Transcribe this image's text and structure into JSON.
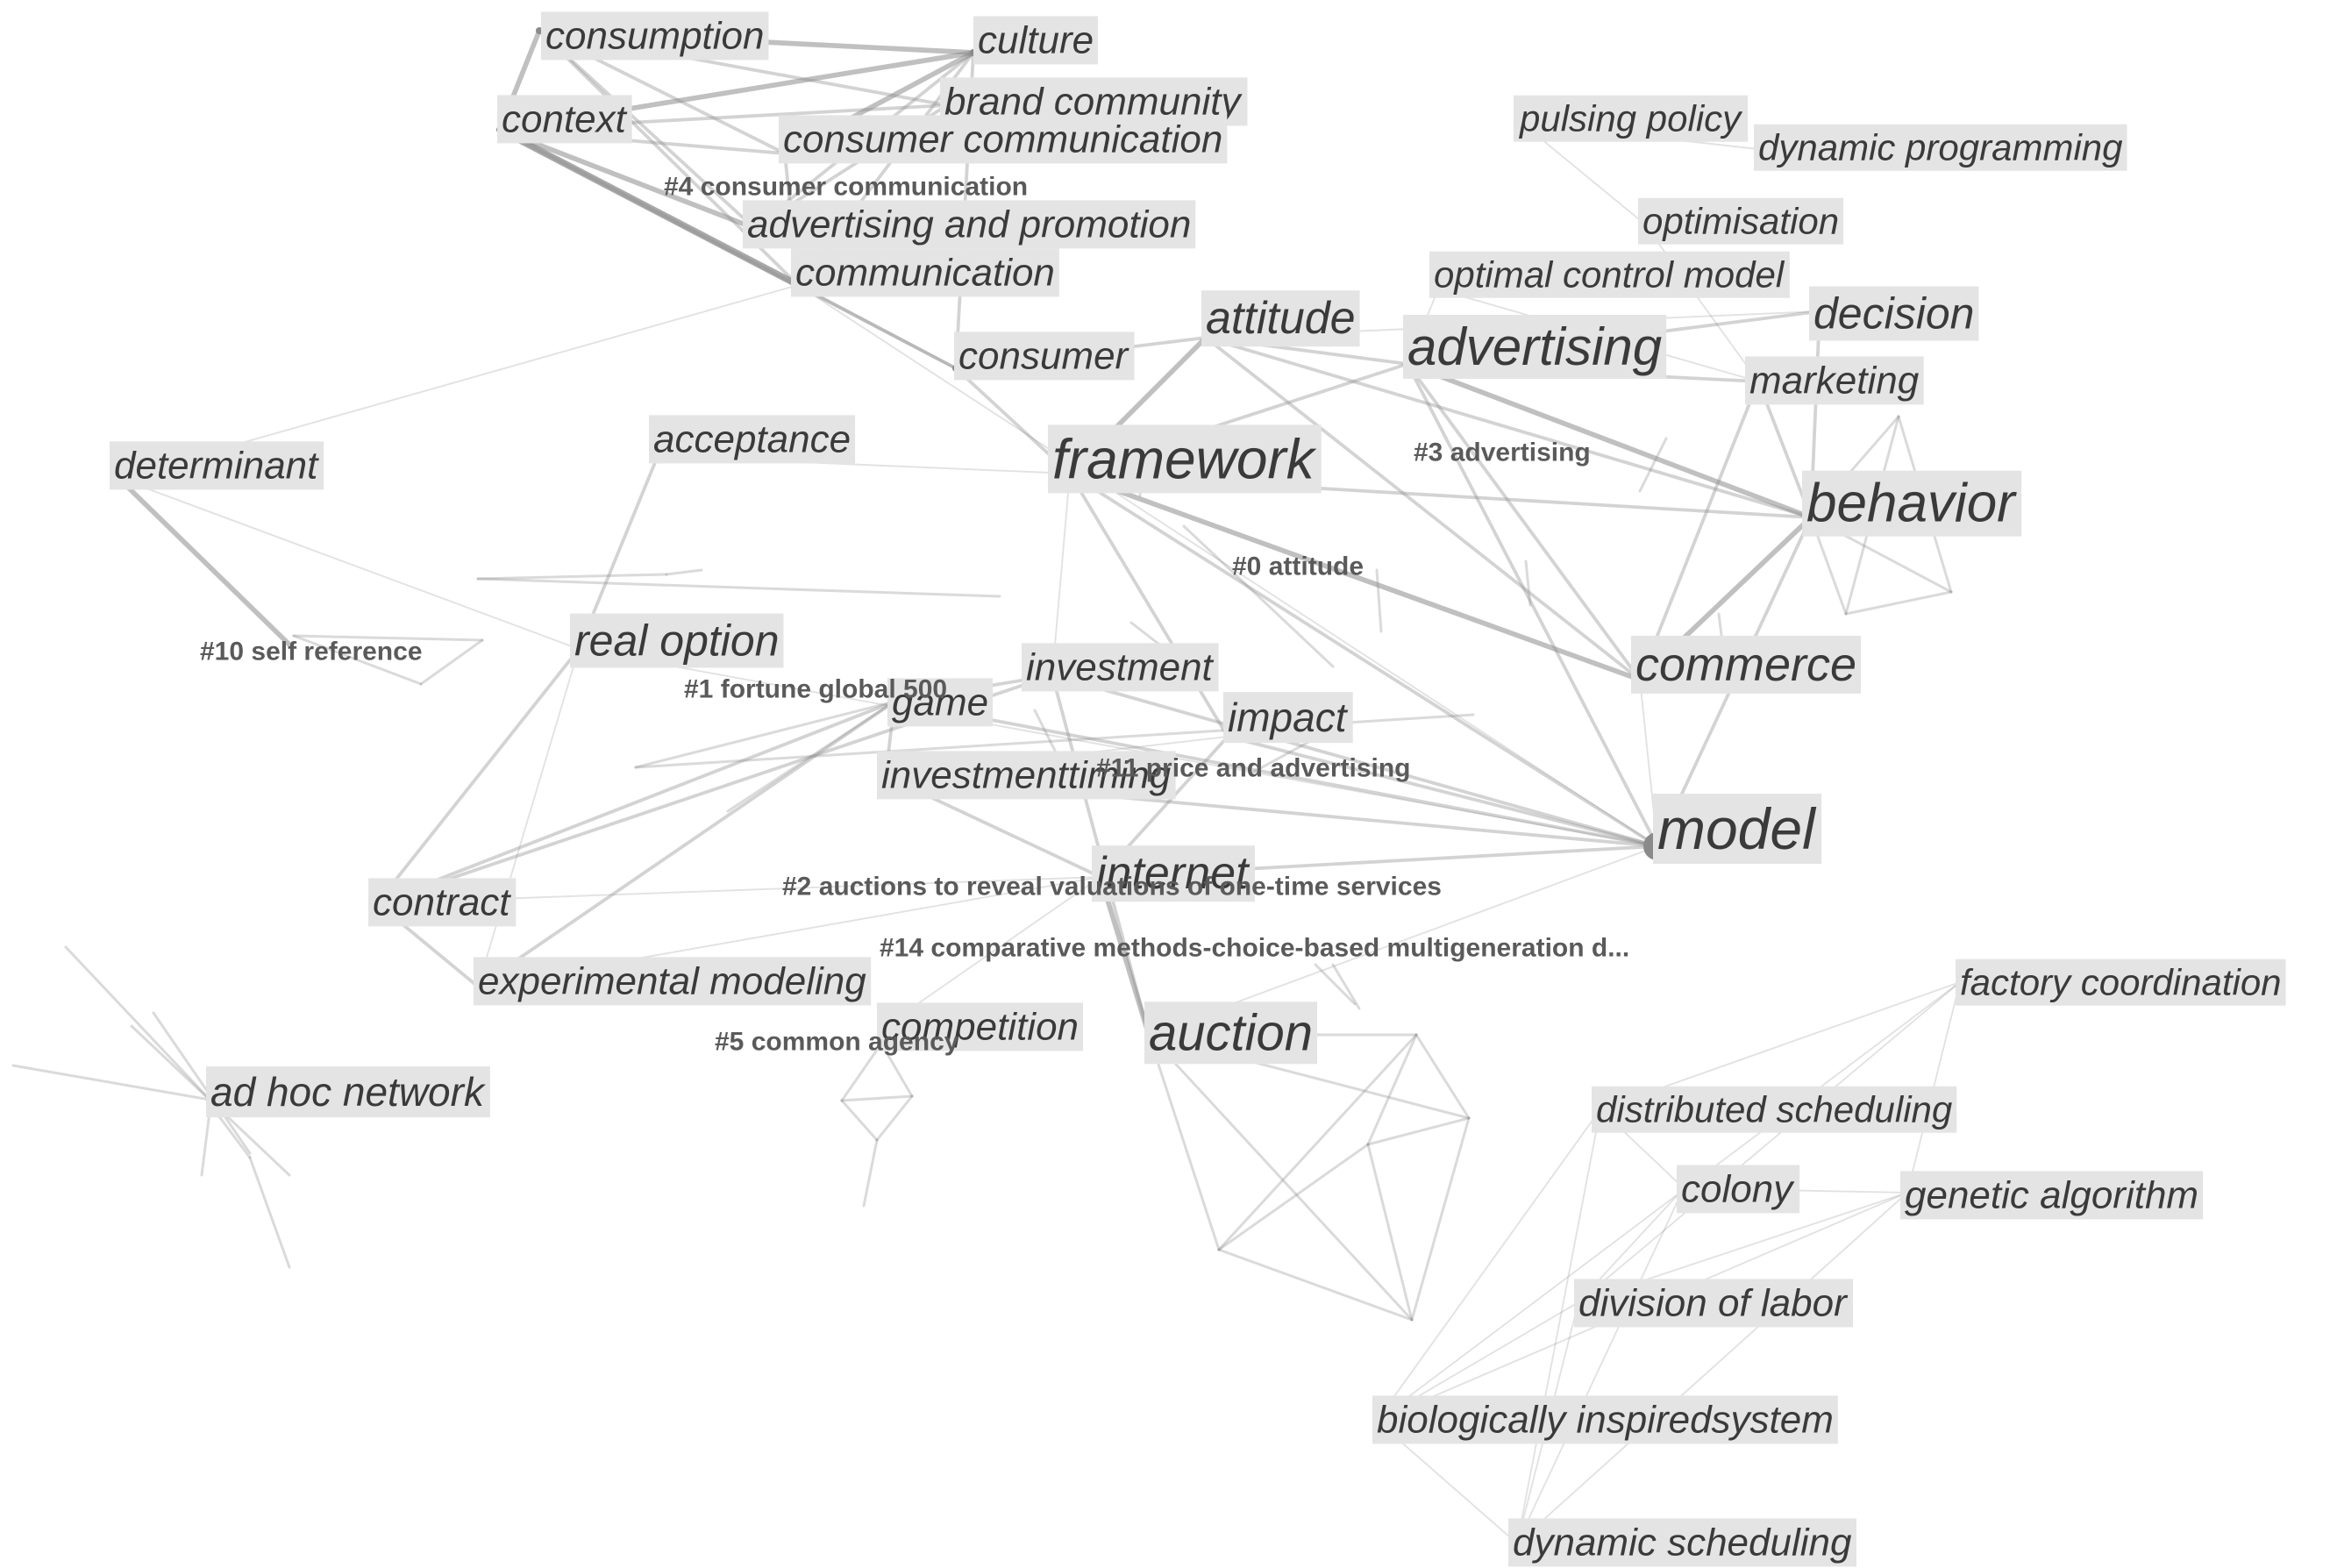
{
  "colors": {
    "background": "#ffffff",
    "label_bg": "#e4e4e4",
    "keyword_text": "#3a3a3a",
    "cluster_text": "#5a5a5a",
    "edge": "#8c8c8c",
    "node": "#8a8a8a",
    "hub_node": "#5e5e5e"
  },
  "keywords": [
    {
      "id": "consumption",
      "label": "consumption"
    },
    {
      "id": "culture",
      "label": "culture"
    },
    {
      "id": "brand-community",
      "label": "brand community"
    },
    {
      "id": "context",
      "label": "context"
    },
    {
      "id": "consumer-communication",
      "label": "consumer communication"
    },
    {
      "id": "advertising-and-promotion",
      "label": "advertising and promotion"
    },
    {
      "id": "communication",
      "label": "communication"
    },
    {
      "id": "consumer",
      "label": "consumer"
    },
    {
      "id": "pulsing-policy",
      "label": "pulsing policy"
    },
    {
      "id": "dynamic-programming",
      "label": "dynamic programming"
    },
    {
      "id": "optimisation",
      "label": "optimisation"
    },
    {
      "id": "optimal-control-model",
      "label": "optimal control model"
    },
    {
      "id": "decision",
      "label": "decision"
    },
    {
      "id": "attitude",
      "label": "attitude"
    },
    {
      "id": "advertising",
      "label": "advertising"
    },
    {
      "id": "marketing",
      "label": "marketing"
    },
    {
      "id": "determinant",
      "label": "determinant"
    },
    {
      "id": "acceptance",
      "label": "acceptance"
    },
    {
      "id": "framework",
      "label": "framework"
    },
    {
      "id": "behavior",
      "label": "behavior"
    },
    {
      "id": "real-option",
      "label": "real option"
    },
    {
      "id": "investment",
      "label": "investment"
    },
    {
      "id": "commerce",
      "label": "commerce"
    },
    {
      "id": "game",
      "label": "game"
    },
    {
      "id": "impact",
      "label": "impact"
    },
    {
      "id": "investmenttiming",
      "label": "investmenttiming"
    },
    {
      "id": "model",
      "label": "model"
    },
    {
      "id": "internet",
      "label": "internet"
    },
    {
      "id": "contract",
      "label": "contract"
    },
    {
      "id": "experimental-modeling",
      "label": "experimental modeling"
    },
    {
      "id": "competition",
      "label": "competition"
    },
    {
      "id": "auction",
      "label": "auction"
    },
    {
      "id": "factory-coordination",
      "label": "factory coordination"
    },
    {
      "id": "ad-hoc-network",
      "label": "ad hoc network"
    },
    {
      "id": "distributed-scheduling",
      "label": "distributed scheduling"
    },
    {
      "id": "colony",
      "label": "colony"
    },
    {
      "id": "genetic-algorithm",
      "label": "genetic algorithm"
    },
    {
      "id": "division-of-labor",
      "label": "division of labor"
    },
    {
      "id": "biologically-inspiredsystem",
      "label": "biologically inspiredsystem"
    },
    {
      "id": "dynamic-scheduling",
      "label": "dynamic scheduling"
    }
  ],
  "clusters": [
    {
      "id": "c4",
      "label": "#4 consumer communication"
    },
    {
      "id": "c3",
      "label": "#3 advertising"
    },
    {
      "id": "c0",
      "label": "#0 attitude"
    },
    {
      "id": "c10",
      "label": "#10 self reference"
    },
    {
      "id": "c1",
      "label": "#1 fortune global 500"
    },
    {
      "id": "c11",
      "label": "#11 price and advertising"
    },
    {
      "id": "c2",
      "label": "#2 auctions to reveal valuations of one-time services"
    },
    {
      "id": "c14",
      "label": "#14 comparative methods-choice-based multigeneration d..."
    },
    {
      "id": "c5",
      "label": "#5 common agency"
    }
  ],
  "edges": [
    [
      "consumption",
      "culture",
      3
    ],
    [
      "consumption",
      "context",
      3
    ],
    [
      "consumption",
      "consumer-communication",
      2
    ],
    [
      "consumption",
      "communication",
      2
    ],
    [
      "consumption",
      "brand-community",
      2
    ],
    [
      "consumption",
      "advertising-and-promotion",
      2
    ],
    [
      "culture",
      "context",
      3
    ],
    [
      "culture",
      "consumer-communication",
      3
    ],
    [
      "culture",
      "communication",
      2
    ],
    [
      "culture",
      "advertising-and-promotion",
      2
    ],
    [
      "culture",
      "consumer",
      2
    ],
    [
      "context",
      "communication",
      4
    ],
    [
      "context",
      "brand-community",
      2
    ],
    [
      "context",
      "consumer-communication",
      2
    ],
    [
      "context",
      "advertising-and-promotion",
      3
    ],
    [
      "context",
      "consumer",
      2
    ],
    [
      "consumer-communication",
      "communication",
      2
    ],
    [
      "brand-community",
      "advertising-and-promotion",
      2
    ],
    [
      "communication",
      "consumer",
      2
    ],
    [
      "communication",
      "determinant",
      1
    ],
    [
      "communication",
      "model",
      1
    ],
    [
      "pulsing-policy",
      "optimisation",
      1
    ],
    [
      "pulsing-policy",
      "dynamic-programming",
      1
    ],
    [
      "optimisation",
      "marketing",
      1
    ],
    [
      "optimal-control-model",
      "advertising",
      1
    ],
    [
      "optimal-control-model",
      "marketing",
      1
    ],
    [
      "attitude",
      "framework",
      3
    ],
    [
      "attitude",
      "advertising",
      2
    ],
    [
      "attitude",
      "behavior",
      2
    ],
    [
      "attitude",
      "commerce",
      2
    ],
    [
      "attitude",
      "consumer",
      2
    ],
    [
      "attitude",
      "decision",
      1
    ],
    [
      "advertising",
      "framework",
      2
    ],
    [
      "advertising",
      "behavior",
      3
    ],
    [
      "advertising",
      "commerce",
      2
    ],
    [
      "advertising",
      "marketing",
      2
    ],
    [
      "advertising",
      "decision",
      2
    ],
    [
      "advertising",
      "model",
      2
    ],
    [
      "framework",
      "behavior",
      2
    ],
    [
      "framework",
      "commerce",
      3
    ],
    [
      "framework",
      "model",
      2
    ],
    [
      "framework",
      "impact",
      2
    ],
    [
      "framework",
      "consumer",
      2
    ],
    [
      "behavior",
      "commerce",
      3
    ],
    [
      "behavior",
      "marketing",
      2
    ],
    [
      "behavior",
      "decision",
      2
    ],
    [
      "behavior",
      "model",
      2
    ],
    [
      "marketing",
      "commerce",
      2
    ],
    [
      "commerce",
      "model",
      1
    ],
    [
      "determinant",
      "c10",
      3
    ],
    [
      "determinant",
      "real-option",
      1
    ],
    [
      "acceptance",
      "real-option",
      2
    ],
    [
      "acceptance",
      "framework",
      1
    ],
    [
      "real-option",
      "contract",
      2
    ],
    [
      "real-option",
      "experimental-modeling",
      1
    ],
    [
      "real-option",
      "model",
      1
    ],
    [
      "investment",
      "game",
      2
    ],
    [
      "investment",
      "model",
      2
    ],
    [
      "investment",
      "framework",
      1
    ],
    [
      "investment",
      "auction",
      2
    ],
    [
      "game",
      "investmenttiming",
      2
    ],
    [
      "game",
      "contract",
      2
    ],
    [
      "game",
      "experimental-modeling",
      2
    ],
    [
      "game",
      "model",
      2
    ],
    [
      "impact",
      "model",
      2
    ],
    [
      "impact",
      "internet",
      2
    ],
    [
      "impact",
      "investmenttiming",
      1
    ],
    [
      "investmenttiming",
      "model",
      2
    ],
    [
      "investmenttiming",
      "internet",
      2
    ],
    [
      "internet",
      "auction",
      3
    ],
    [
      "internet",
      "model",
      2
    ],
    [
      "internet",
      "contract",
      1
    ],
    [
      "contract",
      "experimental-modeling",
      2
    ],
    [
      "contract",
      "investment",
      2
    ],
    [
      "experimental-modeling",
      "internet",
      1
    ],
    [
      "competition",
      "internet",
      1
    ],
    [
      "auction",
      "model",
      1
    ],
    [
      "factory-coordination",
      "distributed-scheduling",
      1
    ],
    [
      "factory-coordination",
      "genetic-algorithm",
      1
    ],
    [
      "factory-coordination",
      "division-of-labor",
      1
    ],
    [
      "factory-coordination",
      "biologically-inspiredsystem",
      1
    ],
    [
      "distributed-scheduling",
      "colony",
      1
    ],
    [
      "distributed-scheduling",
      "dynamic-scheduling",
      1
    ],
    [
      "distributed-scheduling",
      "biologically-inspiredsystem",
      1
    ],
    [
      "colony",
      "genetic-algorithm",
      1
    ],
    [
      "colony",
      "division-of-labor",
      1
    ],
    [
      "colony",
      "dynamic-scheduling",
      1
    ],
    [
      "genetic-algorithm",
      "division-of-labor",
      1
    ],
    [
      "genetic-algorithm",
      "biologically-inspiredsystem",
      1
    ],
    [
      "genetic-algorithm",
      "dynamic-scheduling",
      1
    ],
    [
      "division-of-labor",
      "biologically-inspiredsystem",
      1
    ],
    [
      "division-of-labor",
      "dynamic-scheduling",
      1
    ],
    [
      "biologically-inspiredsystem",
      "dynamic-scheduling",
      1
    ]
  ]
}
